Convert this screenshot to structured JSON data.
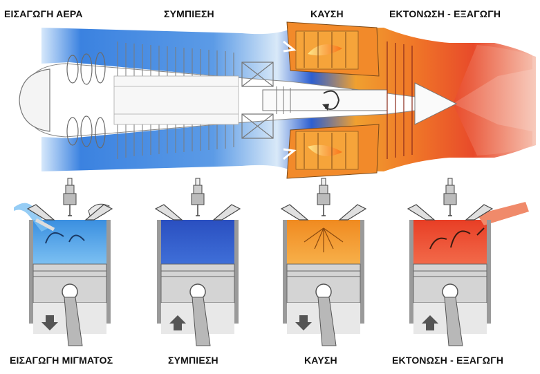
{
  "turbine": {
    "stages": [
      {
        "label": "ΕΙΣΑΓΩΓΗ ΑΕΡΑ"
      },
      {
        "label": "ΣΥΜΠΙΕΣΗ"
      },
      {
        "label": "ΚΑΥΣΗ"
      },
      {
        "label": "ΕΚΤΟΝΩΣΗ - ΕΞΑΓΩΓΗ"
      }
    ]
  },
  "piston": {
    "strokes": [
      {
        "label": "ΕΙΣΑΓΩΓΗ ΜΙΓΜΑΤΟΣ",
        "color": "#4aa3e8",
        "motion": "down"
      },
      {
        "label": "ΣΥΜΠΙΕΣΗ",
        "color": "#2f56c8",
        "motion": "up"
      },
      {
        "label": "ΚΑΥΣΗ",
        "color": "#f39a2a",
        "motion": "down"
      },
      {
        "label": "ΕΚΤΟΝΩΣΗ - ΕΞΑΓΩΓΗ",
        "color": "#ee4a2a",
        "motion": "up"
      }
    ]
  },
  "colors": {
    "cold": "#2d6fd6",
    "hot": "#e8412a",
    "flame": "#f5a623"
  }
}
